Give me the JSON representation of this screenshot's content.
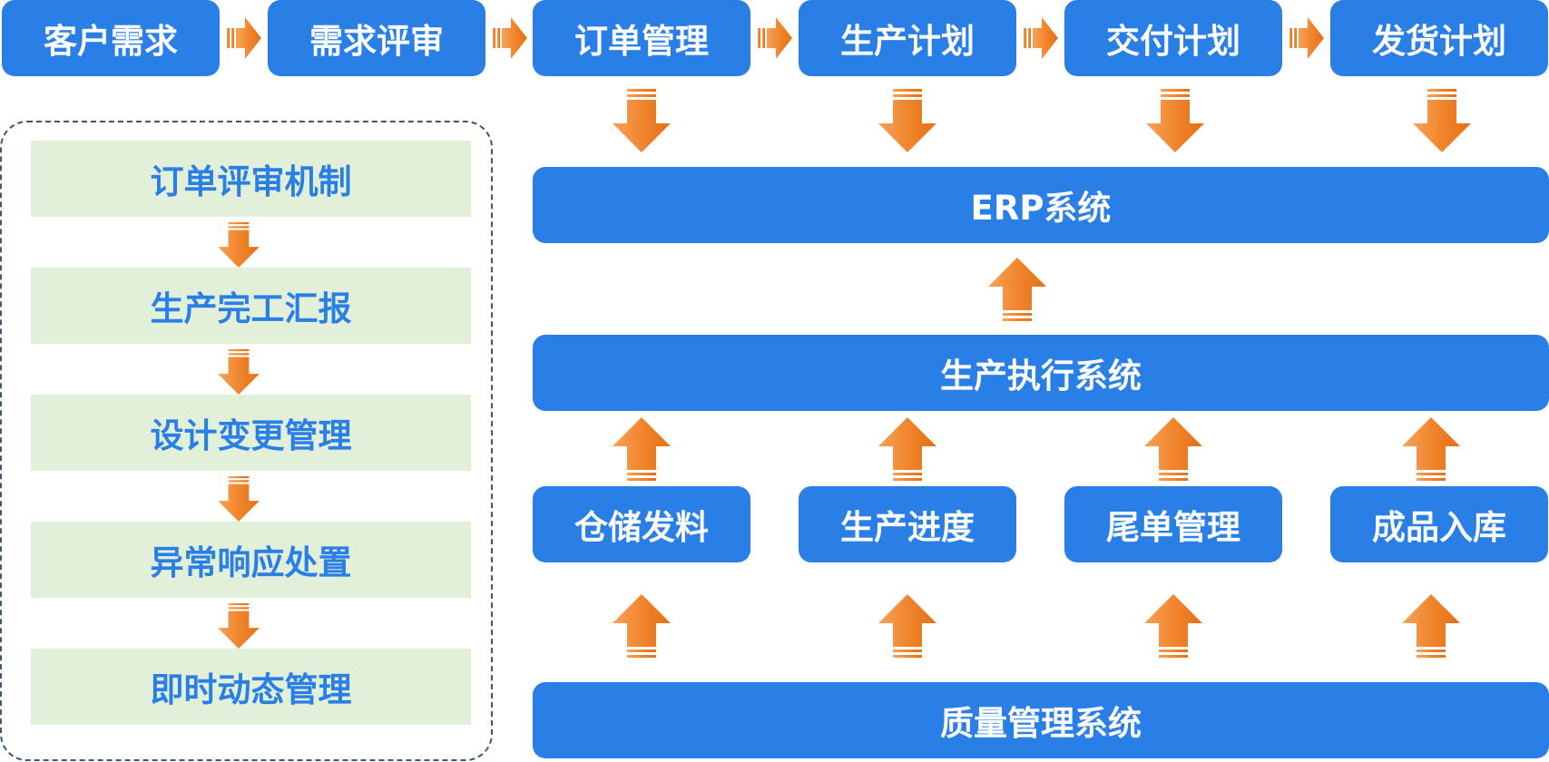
{
  "top_flow": [
    "客户需求",
    "需求评审",
    "订单管理",
    "生产计划",
    "交付计划",
    "发货计划"
  ],
  "systems": {
    "erp": "ERP系统",
    "mes": "生产执行系统",
    "qms": "质量管理系统"
  },
  "modules": [
    "仓储发料",
    "生产进度",
    "尾单管理",
    "成品入库"
  ],
  "left_panel": [
    "订单评审机制",
    "生产完工汇报",
    "设计变更管理",
    "异常响应处置",
    "即时动态管理"
  ],
  "colors": {
    "box_blue": "#2a7fe6",
    "arrow_orange": "#f0832a",
    "panel_green": "#e2efd9",
    "panel_border": "#3f5873"
  }
}
